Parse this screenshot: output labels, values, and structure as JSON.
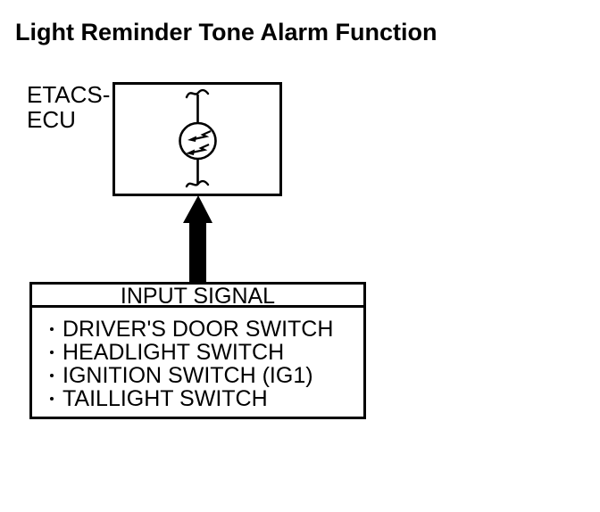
{
  "page": {
    "title": "Light Reminder Tone Alarm Function"
  },
  "diagram": {
    "ecu": {
      "label_line1": "ETACS-",
      "label_line2": "ECU",
      "symbol": "tone-alarm-buzzer"
    },
    "arrow": {
      "direction": "up",
      "meaning": "input signal flow into ECU"
    },
    "input_box": {
      "header": "INPUT SIGNAL",
      "items": [
        "DRIVER'S DOOR SWITCH",
        "HEADLIGHT SWITCH",
        "IGNITION SWITCH (IG1)",
        "TAILLIGHT SWITCH"
      ]
    },
    "colors": {
      "line": "#000000",
      "background": "#ffffff"
    }
  }
}
